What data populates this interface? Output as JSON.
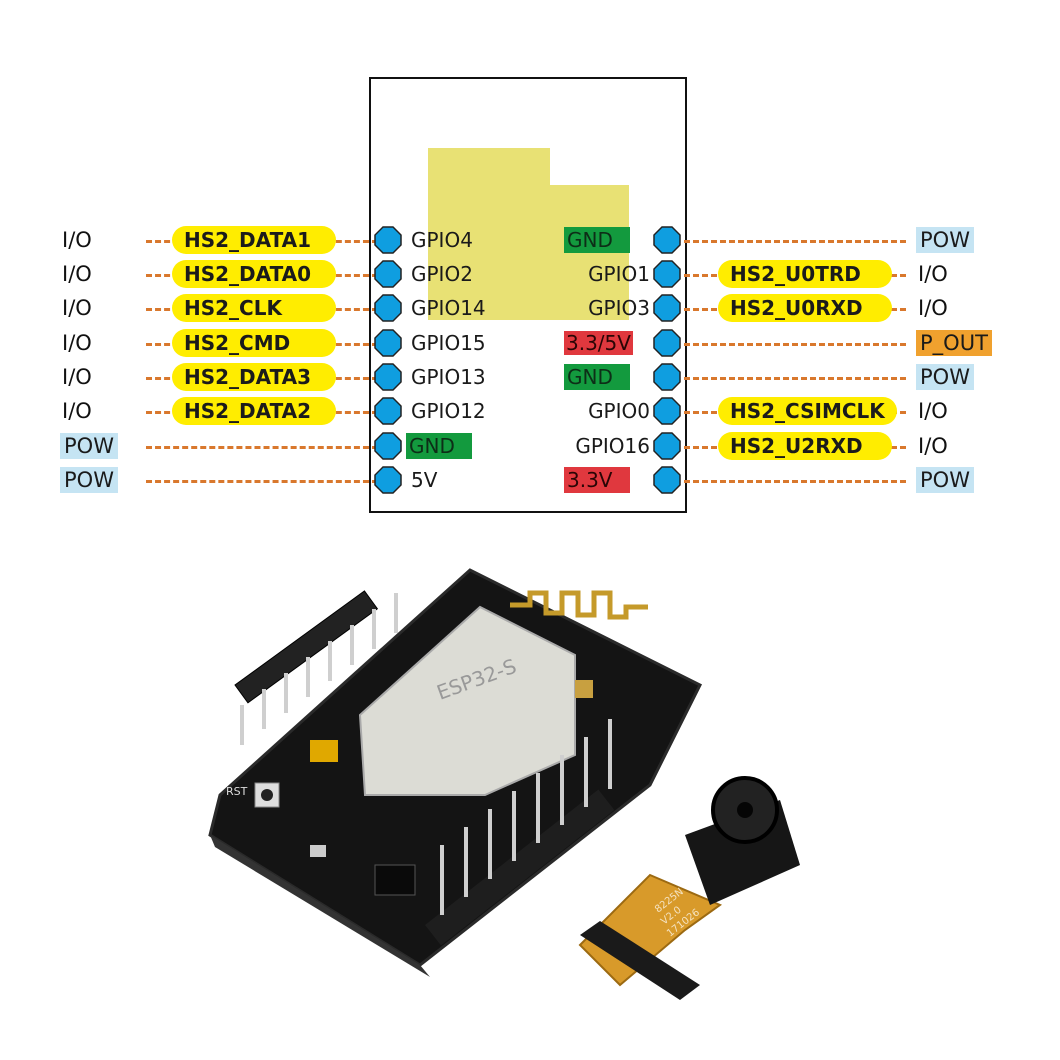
{
  "left_rows": [
    {
      "io": "I/O",
      "func": "HS2_DATA1",
      "pin": "GPIO4"
    },
    {
      "io": "I/O",
      "func": "HS2_DATA0",
      "pin": "GPIO2"
    },
    {
      "io": "I/O",
      "func": "HS2_CLK",
      "pin": "GPIO14"
    },
    {
      "io": "I/O",
      "func": "HS2_CMD",
      "pin": "GPIO15"
    },
    {
      "io": "I/O",
      "func": "HS2_DATA3",
      "pin": "GPIO13"
    },
    {
      "io": "I/O",
      "func": "HS2_DATA2",
      "pin": "GPIO12"
    },
    {
      "io": "POW",
      "func": "",
      "pin": "GND"
    },
    {
      "io": "POW",
      "func": "",
      "pin": "5V"
    }
  ],
  "right_rows": [
    {
      "pin": "GND",
      "func": "",
      "io": "POW"
    },
    {
      "pin": "GPIO1",
      "func": "HS2_U0TRD",
      "io": "I/O"
    },
    {
      "pin": "GPIO3",
      "func": "HS2_U0RXD",
      "io": "I/O"
    },
    {
      "pin": "3.3/5V",
      "func": "",
      "io": "P_OUT"
    },
    {
      "pin": "GND",
      "func": "",
      "io": "POW"
    },
    {
      "pin": "GPIO0",
      "func": "HS2_CSIMCLK",
      "io": "I/O"
    },
    {
      "pin": "GPIO16",
      "func": "HS2_U2RXD",
      "io": "I/O"
    },
    {
      "pin": "3.3V",
      "func": "",
      "io": "POW"
    }
  ],
  "photo": {
    "antenna_label": "",
    "module_text": "ESP32-S",
    "button_label": "RST",
    "camera_text_1": "8225N",
    "camera_text_2": "V2.0",
    "camera_text_3": "171026"
  },
  "colors": {
    "pin_blue": "#0f9ee0",
    "pill_yellow": "#ffed00",
    "dash_orange": "#d9782d",
    "pow_blue": "#c5e4f3",
    "p_out_orange": "#f0a12e",
    "gnd_green": "#139a3e",
    "power_red": "#e0383e",
    "highlight": "#e8e174"
  }
}
